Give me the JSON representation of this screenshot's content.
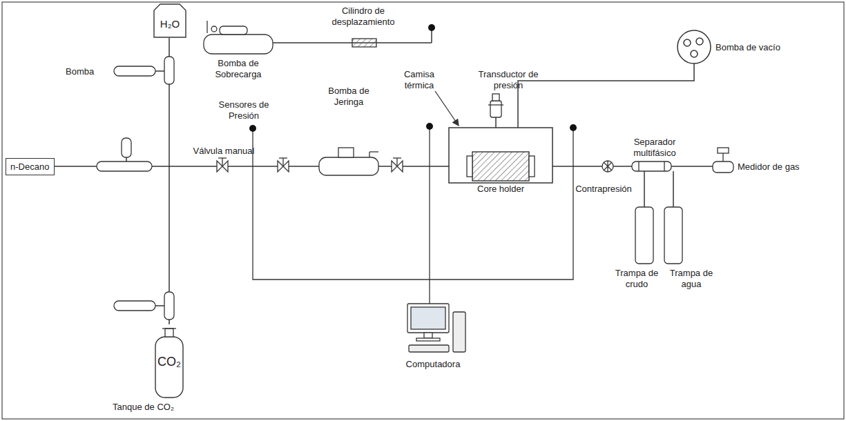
{
  "diagram": {
    "nodes": [
      {
        "text": [
          "H₂O"
        ]
      },
      {
        "text": [
          "n-Decano"
        ]
      },
      {
        "text": [
          "CO₂",
          "Tanque de CO₂"
        ]
      },
      {
        "text": [
          "Core holder"
        ]
      }
    ],
    "labels": [
      "Bomba",
      "Sensores de Presión",
      "Válvula manual",
      "Bomba de Jeringa",
      "Cilindro de desplazamiento",
      "Bomba de Sobrecarga",
      "Transductor de presión",
      "Camisa térmica",
      "Bomba de vacío",
      "Separador multifásico",
      "Medidor de gas",
      "Contrapresión",
      "Trampa de crudo",
      "Trampa de agua",
      "Computadora"
    ]
  }
}
